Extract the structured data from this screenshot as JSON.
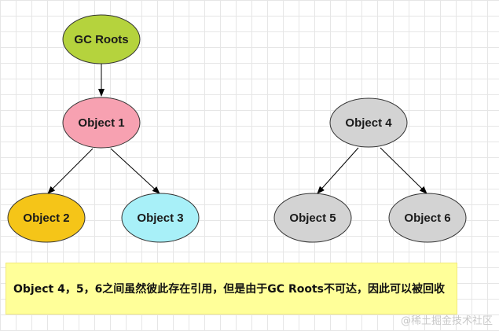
{
  "nodes": {
    "gc_roots": {
      "label": "GC Roots",
      "color": "#b5d33d"
    },
    "object_1": {
      "label": "Object 1",
      "color": "#f7a1b1"
    },
    "object_2": {
      "label": "Object 2",
      "color": "#f5c518"
    },
    "object_3": {
      "label": "Object 3",
      "color": "#a8f0f8"
    },
    "object_4": {
      "label": "Object 4",
      "color": "#d3d3d3"
    },
    "object_5": {
      "label": "Object 5",
      "color": "#d3d3d3"
    },
    "object_6": {
      "label": "Object 6",
      "color": "#d3d3d3"
    }
  },
  "edges": [
    {
      "from": "GC Roots",
      "to": "Object 1"
    },
    {
      "from": "Object 1",
      "to": "Object 2"
    },
    {
      "from": "Object 1",
      "to": "Object 3"
    },
    {
      "from": "Object 4",
      "to": "Object 5"
    },
    {
      "from": "Object 4",
      "to": "Object 6"
    }
  ],
  "caption": {
    "text": "Object 4，5，6之间虽然彼此存在引用，但是由于GC Roots不可达，因此可以被回收",
    "background": "#ffff99"
  },
  "watermark": "@稀土掘金技术社区"
}
